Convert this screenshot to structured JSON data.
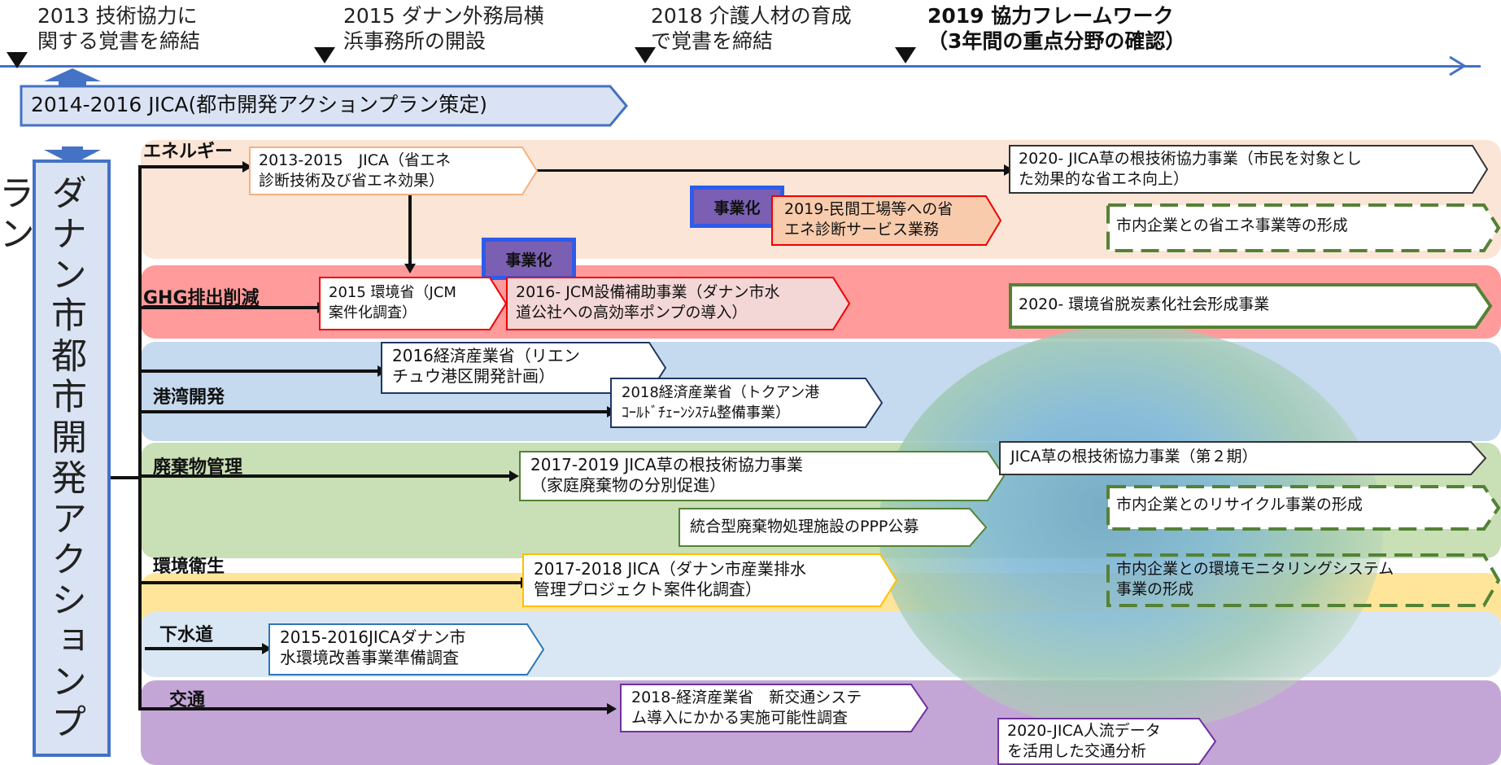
{
  "timeline": {
    "events": [
      {
        "text": "2013 技術協力に\n関する覚書を締結"
      },
      {
        "text": "2015 ダナン外務局横\n浜事務所の開設"
      },
      {
        "text": "2018 介護人材の育成\nで覚書を締結"
      },
      {
        "text": "2019 協力フレームワーク\n（3年間の重点分野の確認）"
      }
    ]
  },
  "jica_banner": "2014-2016 JICA(都市開発アクションプラン策定)",
  "action_plan": "ダナン市都市開発アクションプラン",
  "badge_label": "事業化",
  "categories": {
    "energy": "エネルギー",
    "ghg": "GHG排出削減",
    "port": "港湾開発",
    "waste": "廃棄物管理",
    "sanitation": "環境衛生",
    "sewer": "下水道",
    "transport": "交通"
  },
  "boxes": {
    "energy_jica": "2013-2015　JICA（省エネ\n診断技術及び省エネ効果）",
    "energy_2020": "2020- JICA草の根技術協力事業（市民を対象とし\nた効果的な省エネ向上）",
    "energy_2019": "2019-民間工場等への省\nエネ診断サービス業務",
    "energy_local": "市内企業との省エネ事業等の形成",
    "ghg_2015": "2015 環境省（JCM\n案件化調査）",
    "ghg_2016": "2016- JCM設備補助事業（ダナン市水\n道公社への高効率ポンプの導入）",
    "ghg_2020": "2020- 環境省脱炭素化社会形成事業",
    "port_2016": "2016経済産業省（リエン\nチュウ港区開発計画）",
    "port_2018": "2018経済産業省（トクアン港\nｺｰﾙﾄﾞﾁｪｰﾝｼｽﾃﾑ整備事業）",
    "waste_2017": "2017-2019 JICA草の根技術協力事業\n（家庭廃棄物の分別促進）",
    "waste_jica2": "JICA草の根技術協力事業（第２期）",
    "waste_recycle": "市内企業とのリサイクル事業の形成",
    "waste_ppp": "統合型廃棄物処理施設のPPP公募",
    "san_2017": "2017-2018 JICA（ダナン市産業排水\n管理プロジェクト案件化調査）",
    "san_monitor": "市内企業との環境モニタリングシステム\n事業の形成",
    "sewer_2015": "2015-2016JICAダナン市\n水環境改善事業準備調査",
    "trans_2018": "2018-経済産業省　新交通システ\nム導入にかかる実施可能性調査",
    "trans_2020": "2020-JICA人流データ\nを活用した交通分析"
  },
  "colors": {
    "timeline_blue": "#4472c4",
    "energy_band": "#fbe5d6",
    "ghg_band": "#ff9b9b",
    "port_band": "#c5d9ef",
    "waste_band": "#c9dfb6",
    "sanitation_band": "#ffe599",
    "sewer_band": "#d9e7f5",
    "transport_band": "#c3a6d6",
    "badge_purple": "#7b5fb3",
    "badge_border": "#2f5bea"
  }
}
